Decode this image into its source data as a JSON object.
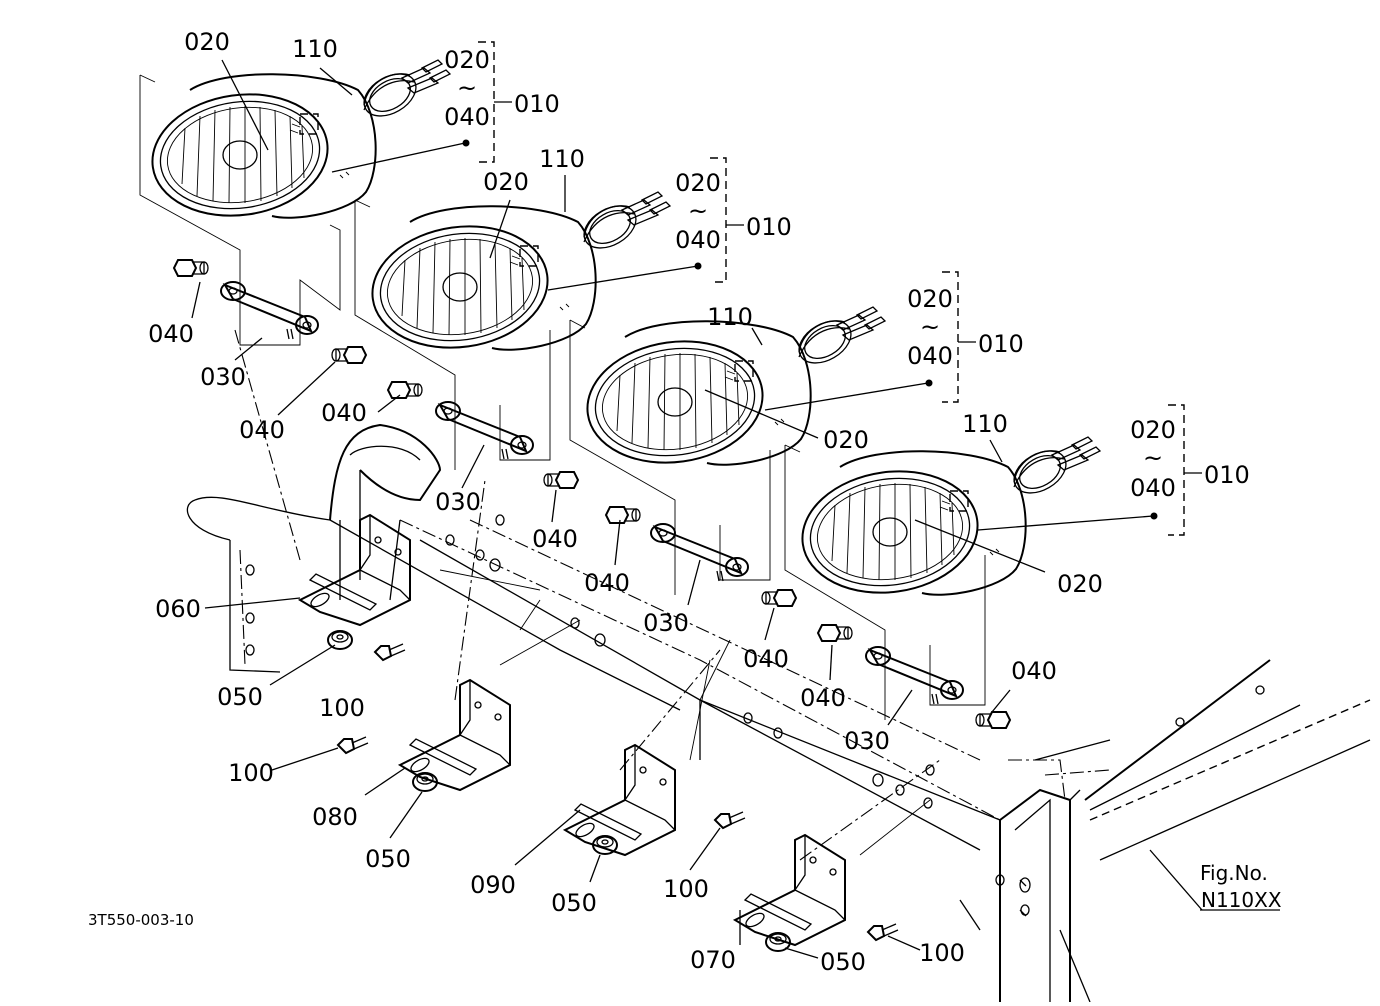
{
  "diagram": {
    "labels": {
      "l020_a": "020",
      "l110_a": "110",
      "l020_b": "020",
      "l110_b": "110",
      "l110_c": "110",
      "l110_d": "110",
      "l020_c": "020",
      "l020_d": "020",
      "l040_1": "040",
      "l030_1": "030",
      "l040_2": "040",
      "l040_3": "040",
      "l030_2": "030",
      "l040_4": "040",
      "l040_5": "040",
      "l030_3": "030",
      "l040_6": "040",
      "l040_7": "040",
      "l030_4": "030",
      "l040_8": "040",
      "l060": "060",
      "l050_1": "050",
      "l100_1": "100",
      "l100_2": "100",
      "l080": "080",
      "l050_2": "050",
      "l090": "090",
      "l050_3": "050",
      "l100_3": "100",
      "l070": "070",
      "l050_4": "050",
      "l100_4": "100"
    },
    "brackets": [
      {
        "top": "020",
        "mid": "~",
        "bottom": "040",
        "ref": "010"
      },
      {
        "top": "020",
        "mid": "~",
        "bottom": "040",
        "ref": "010"
      },
      {
        "top": "020",
        "mid": "~",
        "bottom": "040",
        "ref": "010"
      },
      {
        "top": "020",
        "mid": "~",
        "bottom": "040",
        "ref": "010"
      }
    ],
    "fig_no_label": "Fig.No.",
    "fig_no_value": "N110XX",
    "drawing_code": "3T550-003-10"
  }
}
